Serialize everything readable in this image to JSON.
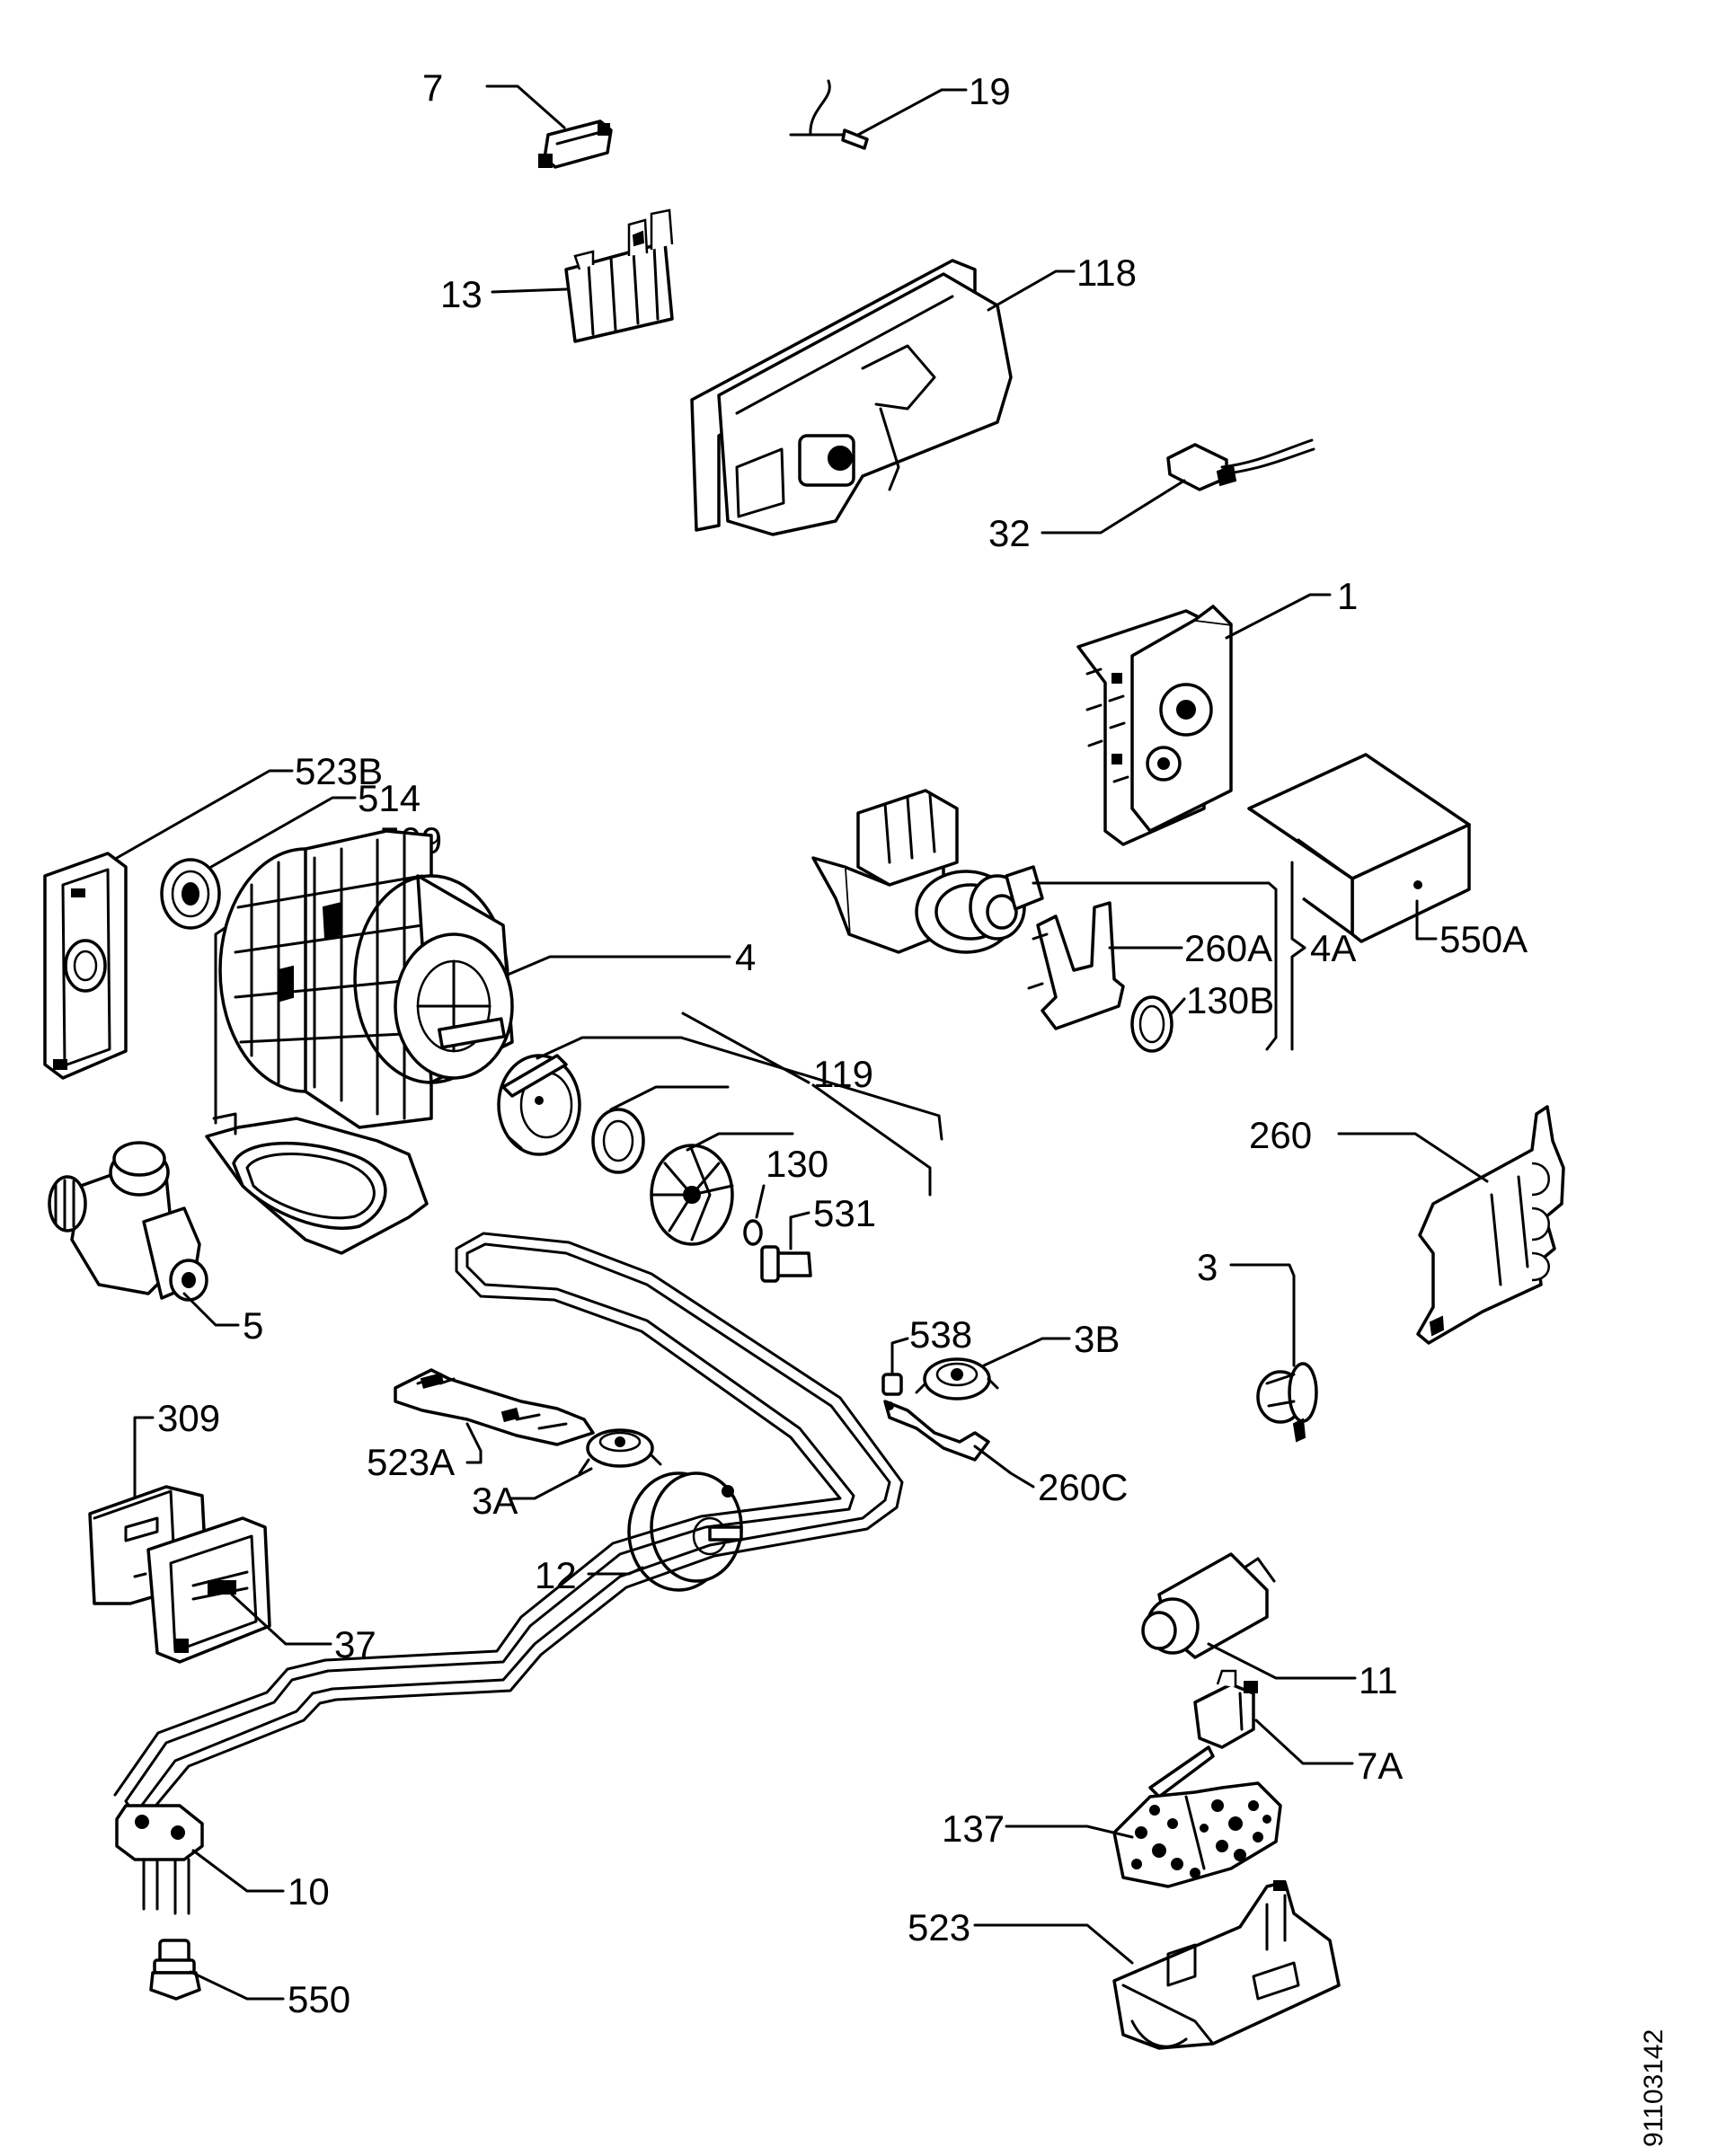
{
  "diagram": {
    "labels": {
      "p7": "7",
      "p19": "19",
      "p13": "13",
      "p118": "118",
      "p32": "32",
      "p1": "1",
      "p523B": "523B",
      "p514": "514",
      "p509": "509",
      "p4": "4",
      "p119": "119",
      "p260A": "260A",
      "p4A": "4A",
      "p550A": "550A",
      "p130B": "130B",
      "p130": "130",
      "p531": "531",
      "p5": "5",
      "p260": "260",
      "p3": "3",
      "p538": "538",
      "p3B": "3B",
      "p260C": "260C",
      "p523A": "523A",
      "p3A": "3A",
      "p12": "12",
      "p309": "309",
      "p37": "37",
      "p11": "11",
      "p7A": "7A",
      "p137": "137",
      "p523": "523",
      "p10": "10",
      "p550": "550"
    },
    "drawing_code": "91103142"
  }
}
